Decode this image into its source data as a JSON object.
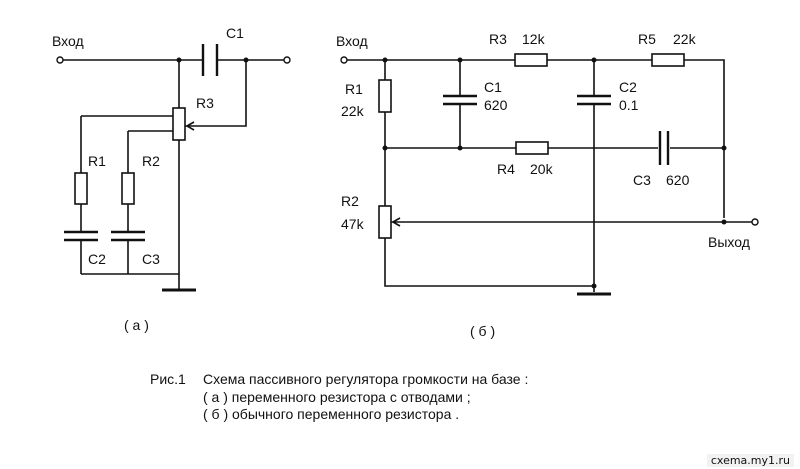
{
  "labels": {
    "a_input": "Вход",
    "a_c1": "C1",
    "a_r3": "R3",
    "a_r1": "R1",
    "a_r2": "R2",
    "a_c2": "C2",
    "a_c3": "C3",
    "a_sub": "( а )",
    "b_input": "Вход",
    "b_r3": "R3",
    "b_r3_val": "12k",
    "b_r5": "R5",
    "b_r5_val": "22k",
    "b_r1": "R1",
    "b_r1_val": "22k",
    "b_c1": "C1",
    "b_c1_val": "620",
    "b_c2": "C2",
    "b_c2_val": "0.1",
    "b_r4": "R4",
    "b_r4_val": "20k",
    "b_c3": "C3",
    "b_c3_val": "620",
    "b_r2": "R2",
    "b_r2_val": "47k",
    "b_output": "Выход",
    "b_sub": "( б )"
  },
  "caption": {
    "prefix": "Рис.1",
    "title": "Схема пассивного регулятора громкости на базе :",
    "line_a": "( а )  переменного резистора с отводами ;",
    "line_b": "( б )  обычного переменного резистора ."
  },
  "watermark": "cxema.my1.ru"
}
